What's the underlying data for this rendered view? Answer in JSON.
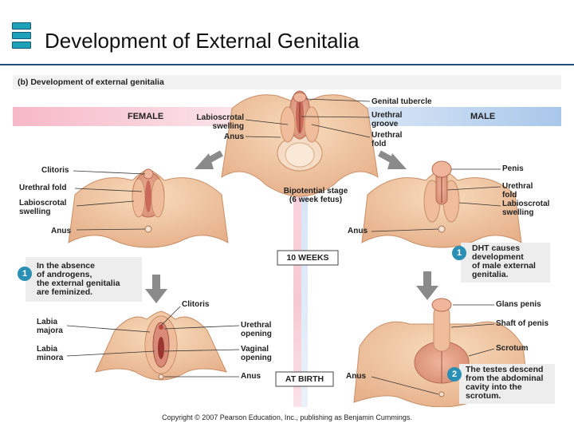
{
  "slide": {
    "title": "Development of External Genitalia",
    "copyright": "Copyright © 2007 Pearson Education, Inc., publishing as Benjamin Cummings."
  },
  "figure": {
    "panel_title": "(b) Development of external genitalia",
    "female_header": "FEMALE",
    "male_header": "MALE",
    "stage_label": "Bipotential stage\n(6 week fetus)",
    "weeks_label": "10 WEEKS",
    "birth_label": "AT BIRTH",
    "top": {
      "labioscrotal_swelling": "Labioscrotal\nswelling",
      "anus": "Anus",
      "genital_tubercle": "Genital tubercle",
      "urethral_groove": "Urethral\ngroove",
      "urethral_fold": "Urethral\nfold"
    },
    "female_10wk": {
      "clitoris": "Clitoris",
      "urethral_fold": "Urethral fold",
      "labioscrotal_swelling": "Labioscrotal\nswelling",
      "anus": "Anus"
    },
    "male_10wk": {
      "anus": "Anus",
      "penis": "Penis",
      "urethral_fold": "Urethral\nfold",
      "labioscrotal_swelling": "Labioscrotal\nswelling"
    },
    "female_birth": {
      "clitoris": "Clitoris",
      "labia_majora": "Labia\nmajora",
      "labia_minora": "Labia\nminora",
      "urethral_opening": "Urethral\nopening",
      "vaginal_opening": "Vaginal\nopening",
      "anus": "Anus"
    },
    "male_birth": {
      "anus": "Anus",
      "glans_penis": "Glans penis",
      "shaft_of_penis": "Shaft of penis",
      "scrotum": "Scrotum"
    },
    "callouts": {
      "female_step": "1",
      "female_text": "In the absence\nof androgens,\nthe external genitalia\nare feminized.",
      "male_step_1": "1",
      "male_text_1": "DHT causes\ndevelopment\nof male external\ngenitalia.",
      "male_step_2": "2",
      "male_text_2": "The testes descend\nfrom the abdominal\ncavity into the\nscrotum."
    },
    "colors": {
      "female_band": "#f6b8c6",
      "male_band": "#a9c7ea",
      "skin": "#f3cfa8",
      "skin_shadow": "#d9a57a",
      "fold": "#e2a08a",
      "inner": "#b8463f",
      "callout_bg": "#ededed",
      "step_blue": "#2a8fb4"
    }
  }
}
